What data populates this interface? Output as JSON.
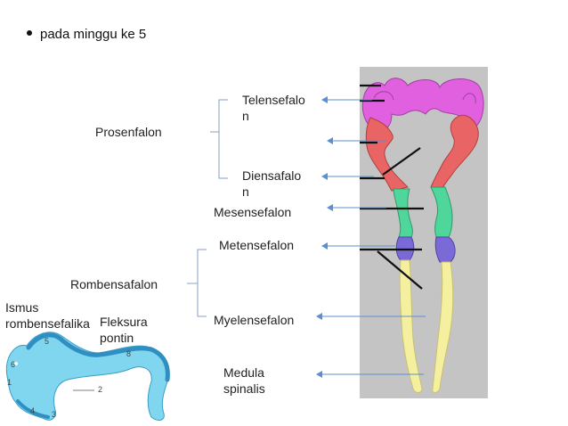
{
  "bullet": "pada minggu ke 5",
  "groups": {
    "prosenfalon": "Prosenfalon",
    "rombensafalon": "Rombensafalon"
  },
  "labels": {
    "telensefalon": [
      "Telensefalo",
      "n"
    ],
    "diensafalon": [
      "Diensafalo",
      "n"
    ],
    "mesensefalon": "Mesensefalon",
    "metensefalon": "Metensefalon",
    "myelensefalon": "Myelensefalon",
    "medula": [
      "Medula",
      "spinalis"
    ]
  },
  "embryo": {
    "ismus": [
      "Ismus",
      "rombensefalika"
    ],
    "fleksura": [
      "Fleksura",
      "pontin"
    ],
    "numbers": [
      "1",
      "2",
      "3",
      "4",
      "5",
      "6",
      "8"
    ]
  },
  "colors": {
    "panel": "#c4c4c4",
    "telensefalon": "#e060e0",
    "diensafalon": "#e96464",
    "mesensefalon": "#4fd69a",
    "metensefalon": "#7a6ad8",
    "myelensefalon": "#f4f0a0",
    "arrow": "#5b8fd0",
    "bracket": "#8aa0c0",
    "embryo": "#7fd6ee",
    "embryo_dark": "#2f8fc0"
  }
}
